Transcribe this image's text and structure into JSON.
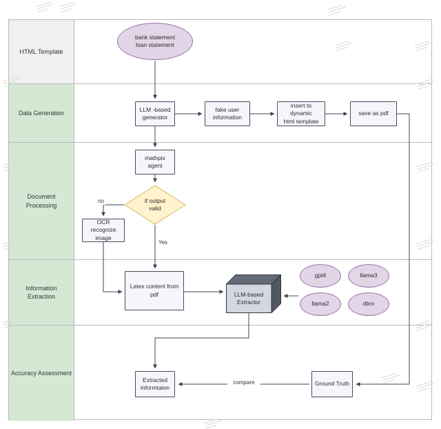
{
  "lanes": [
    {
      "label": "HTML Template"
    },
    {
      "label": "Data Generation"
    },
    {
      "label": "Document\nProcessing"
    },
    {
      "label": "Information\nExtraction"
    },
    {
      "label": "Accuracy Assessment"
    }
  ],
  "nodes": {
    "start": "bank statement\nloan statement",
    "generator": "LLM -based\ngenerator",
    "fake_user": "fake user\ninformation",
    "insert_template": "insert to dynamic\nhtml template",
    "save_pdf": "save as pdf",
    "mathpix": "mathpix agent",
    "decision": "if output\nvalid",
    "ocr": "OCR recognize\nimage",
    "latex": "Latex content from pdf",
    "extractor": "LLM-based\nExtractor",
    "gpt4": "gpt4",
    "llama3": "llama3",
    "llama2": "llama2",
    "dbrx": "dbrx",
    "extracted": "Extracted\ninformtaion",
    "ground_truth": "Ground Truth"
  },
  "edge_labels": {
    "no": "no",
    "yes": "Yes",
    "compare": "compare"
  },
  "colors": {
    "lane_green": "#d5e8d4",
    "lane_gray": "#f0f0f0",
    "node_fill": "#f4f6fc",
    "ellipse_fill": "#e1d5e7",
    "ellipse_border": "#9673a6",
    "diamond_fill": "#fff2cc",
    "diamond_border": "#d6b656",
    "edge": "#3d4451"
  }
}
